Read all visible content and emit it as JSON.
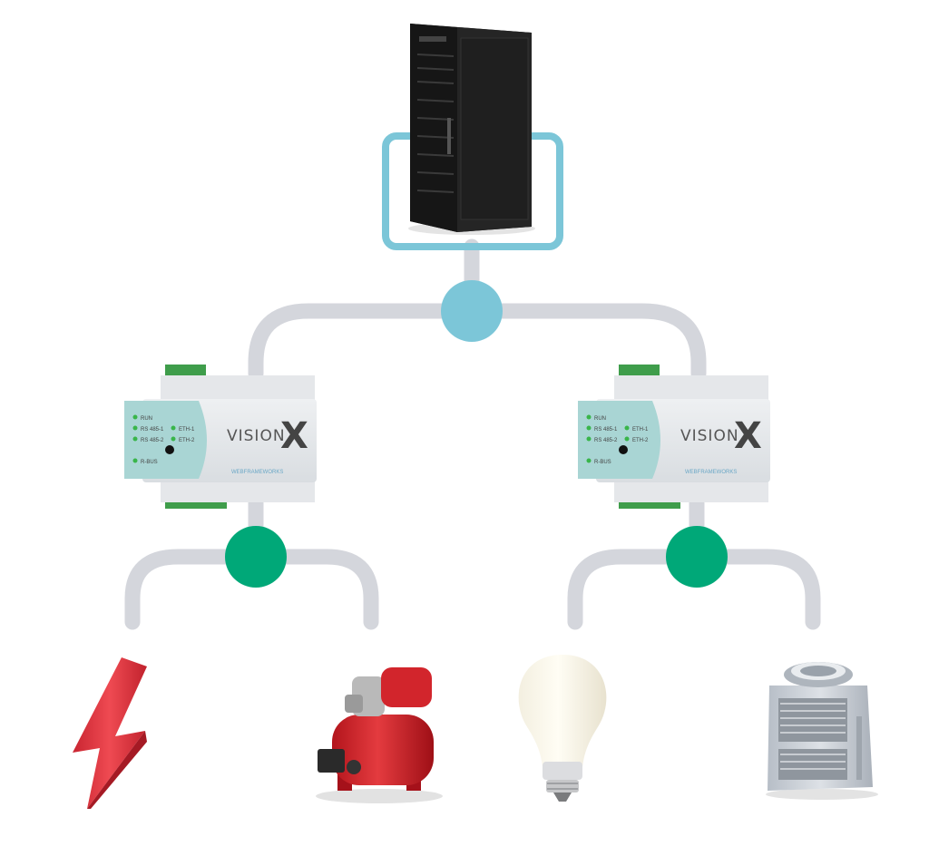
{
  "colors": {
    "connector": "#d4d6dc",
    "server_hub": "#7cc6d8",
    "device_hub": "#00a878",
    "server_frame": "#7cc6d8"
  },
  "server": {
    "icon": "server-rack-icon"
  },
  "controllers": [
    {
      "name": "controller-left",
      "icon": "controller-module-icon",
      "brand": "VISION",
      "brand_mark": "X",
      "maker": "WEBFRAMEWORKS",
      "labels": {
        "run": "RUN",
        "rs1": "RS 485-1",
        "rs2": "RS 485-2",
        "eth1": "ETH-1",
        "eth2": "ETH-2",
        "rbus": "R-BUS"
      }
    },
    {
      "name": "controller-right",
      "icon": "controller-module-icon",
      "brand": "VISION",
      "brand_mark": "X",
      "maker": "WEBFRAMEWORKS",
      "labels": {
        "run": "RUN",
        "rs1": "RS 485-1",
        "rs2": "RS 485-2",
        "eth1": "ETH-1",
        "eth2": "ETH-2",
        "rbus": "R-BUS"
      }
    }
  ],
  "devices": [
    {
      "name": "energy",
      "icon": "lightning-bolt-icon"
    },
    {
      "name": "pump",
      "icon": "water-pump-icon"
    },
    {
      "name": "lighting",
      "icon": "light-bulb-icon"
    },
    {
      "name": "cooling",
      "icon": "cooling-tower-icon"
    }
  ]
}
